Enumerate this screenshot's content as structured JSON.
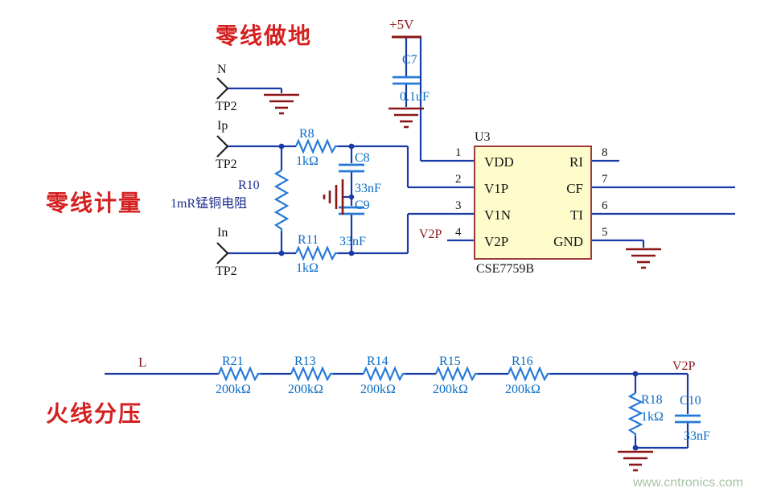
{
  "annotations": {
    "neutral_ground": "零线做地",
    "neutral_metering": "零线计量",
    "live_divider": "火线分压"
  },
  "watermark": "www.cntronics.com",
  "power": {
    "vcc_label": "+5V"
  },
  "nets": {
    "n": "N",
    "ip": "Ip",
    "in": "In",
    "tp2": "TP2",
    "v2p_pin": "V2P",
    "v2p_node": "V2P",
    "live": "L"
  },
  "components": {
    "c7": {
      "ref": "C7",
      "value": "0.1uF"
    },
    "r8": {
      "ref": "R8",
      "value": "1kΩ"
    },
    "r10": {
      "ref": "R10",
      "note": "1mR锰铜电阻"
    },
    "r11": {
      "ref": "R11",
      "value": "1kΩ"
    },
    "c8": {
      "ref": "C8",
      "value": "33nF"
    },
    "c9": {
      "ref": "C9",
      "value": "33nF"
    },
    "r21": {
      "ref": "R21",
      "value": "200kΩ"
    },
    "r13": {
      "ref": "R13",
      "value": "200kΩ"
    },
    "r14": {
      "ref": "R14",
      "value": "200kΩ"
    },
    "r15": {
      "ref": "R15",
      "value": "200kΩ"
    },
    "r16": {
      "ref": "R16",
      "value": "200kΩ"
    },
    "r18": {
      "ref": "R18",
      "value": "1kΩ"
    },
    "c10": {
      "ref": "C10",
      "value": "33nF"
    }
  },
  "chip": {
    "ref": "U3",
    "part": "CSE7759B",
    "left_pins": [
      {
        "num": "1",
        "name": "VDD"
      },
      {
        "num": "2",
        "name": "V1P"
      },
      {
        "num": "3",
        "name": "V1N"
      },
      {
        "num": "4",
        "name": "V2P"
      }
    ],
    "right_pins": [
      {
        "num": "8",
        "name": "RI"
      },
      {
        "num": "7",
        "name": "CF"
      },
      {
        "num": "6",
        "name": "TI"
      },
      {
        "num": "5",
        "name": "GND"
      }
    ]
  },
  "colors": {
    "wire": "#1a3aa6",
    "component": "#2579d8",
    "ground": "#8b1515",
    "chip_fill": "#fffccb",
    "chip_border": "#9c3b3b",
    "annotation_red": "#d42020",
    "label_blue": "#0a6bc4"
  }
}
